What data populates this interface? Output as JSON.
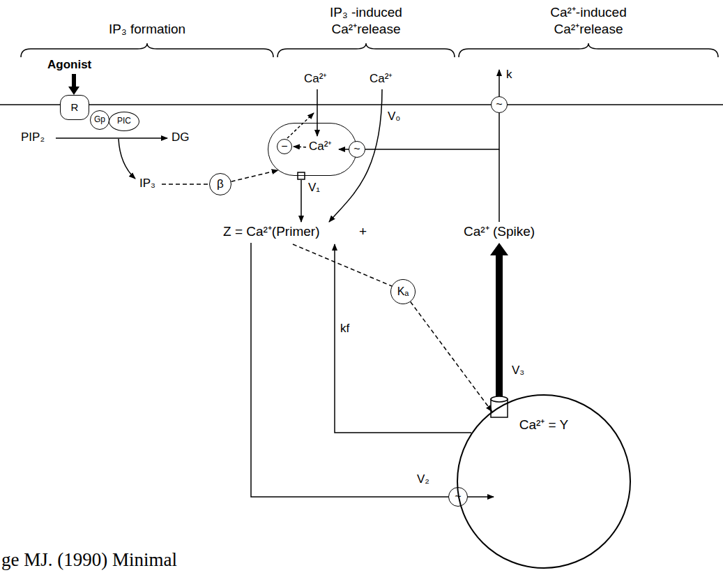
{
  "diagram": {
    "nodes": [
      {
        "text": [
          "R"
        ]
      },
      {
        "text": [
          "Gp"
        ]
      },
      {
        "text": [
          "PIC"
        ]
      },
      {
        "text": [
          "Ca²⁺"
        ]
      },
      {
        "text": [
          "−"
        ],
        "in": 3
      },
      {
        "text": [
          "~"
        ]
      },
      {
        "text": [
          "β"
        ]
      },
      {
        "text": [
          "~"
        ]
      },
      {
        "text": [
          "Kₐ"
        ]
      },
      {
        "text": [
          "~"
        ]
      },
      {
        "text": [
          "Ca²⁺ = Y"
        ]
      }
    ],
    "edges": [
      {
        "from": 6,
        "to": 3,
        "arrow": "to"
      },
      {
        "from": 8,
        "to": 10,
        "arrow": "to"
      },
      {
        "from": 5,
        "to": 7,
        "arrow": "none"
      }
    ],
    "labels": [
      "IP₃ formation",
      "IP₃ -induced Ca²⁺release",
      "Ca²⁺-induced Ca²⁺release",
      "Agonist",
      "PIP₂",
      "DG",
      "IP₃",
      "Ca²⁺",
      "Ca²⁺",
      "V₀",
      "k",
      "V₁",
      "Z = Ca²⁺(Primer)",
      "+",
      "Ca²⁺ (Spike)",
      "V₃",
      "kf",
      "V₂",
      "ge MJ. (1990) Minimal"
    ]
  }
}
